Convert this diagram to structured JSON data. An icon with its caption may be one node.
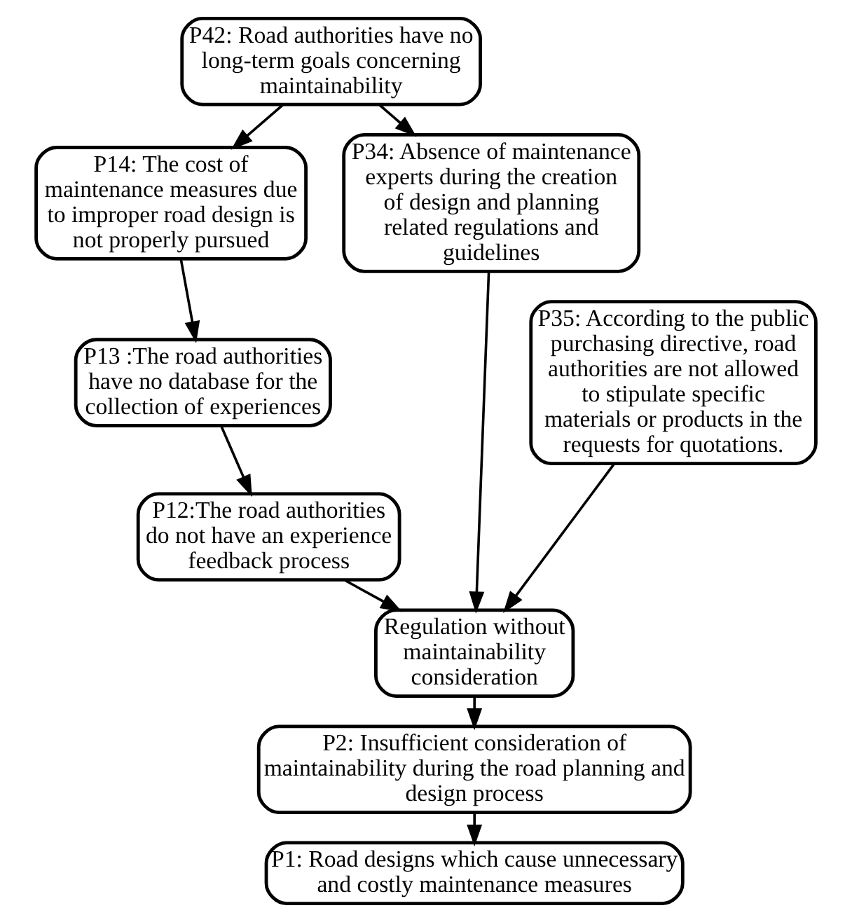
{
  "diagram": {
    "nodes": [
      {
        "text": [
          "P42: Road authorities have no long-term goals concerning maintainability"
        ]
      },
      {
        "text": [
          "P14: The cost of maintenance measures due to improper road design is not properly pursued"
        ]
      },
      {
        "text": [
          "P34: Absence of maintenance experts during the creation of design and planning related regulations and guidelines"
        ]
      },
      {
        "text": [
          "P13 :The road authorities have no database for the collection of experiences"
        ]
      },
      {
        "text": [
          "P35: According to the public purchasing directive, road authorities are not allowed to stipulate specific materials or products in the requests for quotations."
        ]
      },
      {
        "text": [
          "P12:The road authorities do not have an experience feedback process"
        ]
      },
      {
        "text": [
          "Regulation without maintainability consideration"
        ]
      },
      {
        "text": [
          "P2: Insufficient consideration of maintainability during the road planning and design process"
        ]
      },
      {
        "text": [
          "P1: Road designs which cause unnecessary and costly maintenance measures"
        ]
      }
    ],
    "edges": [
      {
        "from": 0,
        "to": 1,
        "arrow": "to"
      },
      {
        "from": 0,
        "to": 2,
        "arrow": "to"
      },
      {
        "from": 1,
        "to": 3,
        "arrow": "to"
      },
      {
        "from": 3,
        "to": 5,
        "arrow": "to"
      },
      {
        "from": 5,
        "to": 6,
        "arrow": "to"
      },
      {
        "from": 2,
        "to": 6,
        "arrow": "to"
      },
      {
        "from": 4,
        "to": 6,
        "arrow": "to"
      },
      {
        "from": 6,
        "to": 7,
        "arrow": "to"
      },
      {
        "from": 7,
        "to": 8,
        "arrow": "to"
      }
    ]
  }
}
